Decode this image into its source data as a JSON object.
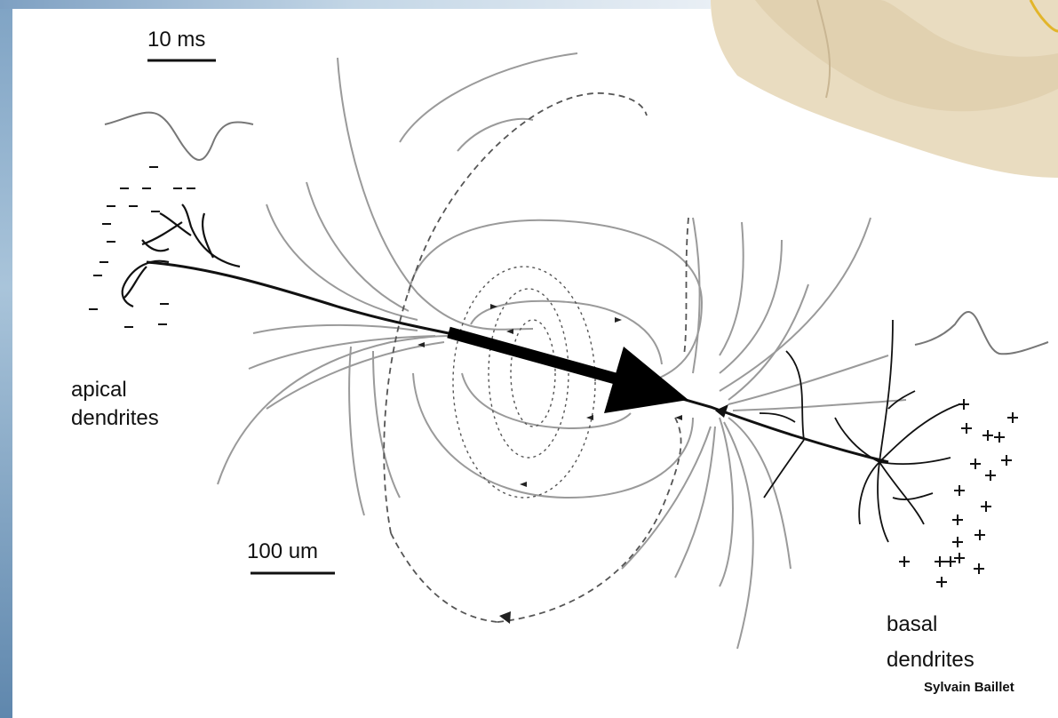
{
  "labels": {
    "time_scale": "10 ms",
    "space_scale": "100 um",
    "apical_line1": "apical",
    "apical_line2": "dendrites",
    "basal_line1": "basal",
    "basal_line2": "dendrites",
    "credit": "Sylvain Baillet"
  },
  "colors": {
    "background": "#ffffff",
    "ink": "#111111",
    "field_line": "#9a9a9a",
    "head_skin": "#e9dcc0",
    "head_outline": "#e2b52a",
    "frame_blue": "#7fa3c4"
  },
  "polarity": {
    "apical_sign": "-",
    "basal_sign": "+"
  }
}
